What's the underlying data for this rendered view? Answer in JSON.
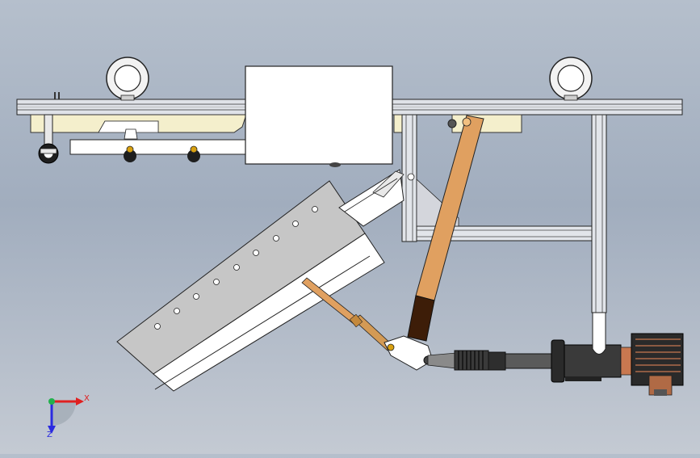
{
  "viewport": {
    "background_top": "#b5bfcc",
    "background_bottom": "#c4cad3"
  },
  "triad": {
    "x_label": "X",
    "z_label": "Z",
    "x_color": "#e02020",
    "y_color": "#22b14c",
    "z_color": "#2a2ae0"
  },
  "colors": {
    "frame": "#d8dbe2",
    "cream_plate": "#f4efcc",
    "copper_arm": "#e0a060",
    "dark_brown": "#3d1d08",
    "motor_copper": "#c87850",
    "dark_metal": "#2a2a2a",
    "white_part": "#ffffff"
  },
  "parts": [
    "top-rail",
    "left-top-wheel",
    "right-top-wheel",
    "control-box",
    "cream-carriage-plate",
    "white-slide-bar",
    "vertical-frame",
    "tilted-chute",
    "copper-link-arm",
    "push-rod",
    "knuckle-joint",
    "spring-boot",
    "drive-motor"
  ]
}
